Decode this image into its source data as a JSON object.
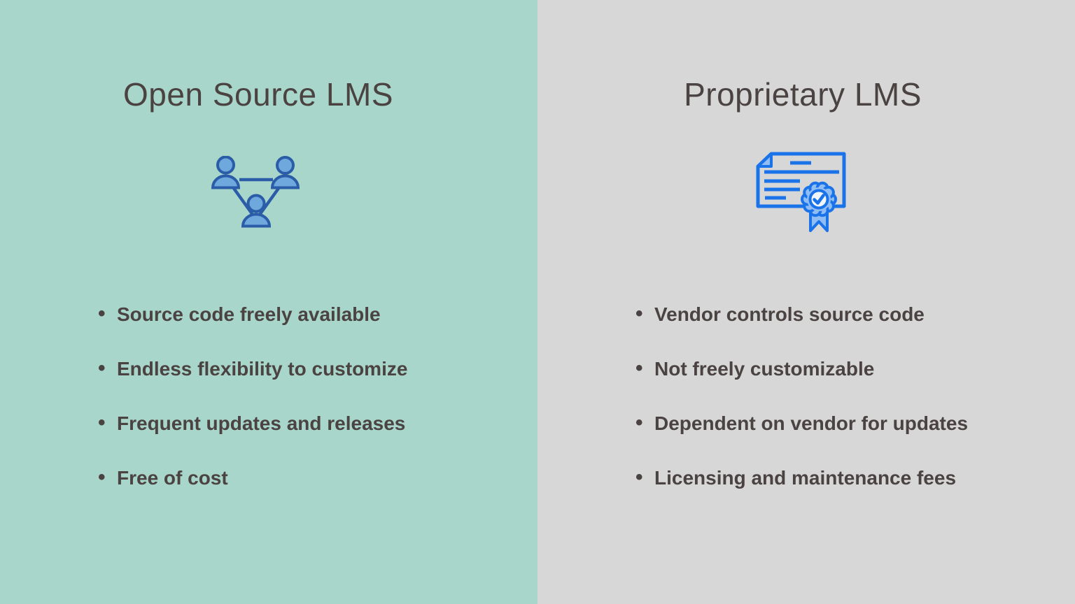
{
  "columns": {
    "left": {
      "title": "Open Source LMS",
      "icon": "people-network-icon",
      "background": "#A9D6CB",
      "bullets": [
        "Source code freely available",
        "Endless flexibility to customize",
        "Frequent updates and releases",
        "Free of cost"
      ]
    },
    "right": {
      "title": "Proprietary LMS",
      "icon": "certificate-license-icon",
      "background": "#D7D7D7",
      "bullets": [
        "Vendor controls source code",
        "Not freely customizable",
        "Dependent on vendor for updates",
        "Licensing and maintenance fees"
      ]
    }
  },
  "colors": {
    "left_bg": "#A9D6CB",
    "right_bg": "#D7D7D7",
    "text": "#4A4342",
    "people_fill": "#6FA8DC",
    "people_stroke": "#2A5CA8",
    "cert_stroke": "#1B73E9",
    "cert_fill": "#8FBDF4",
    "cert_inner": "#F2F7FD"
  }
}
